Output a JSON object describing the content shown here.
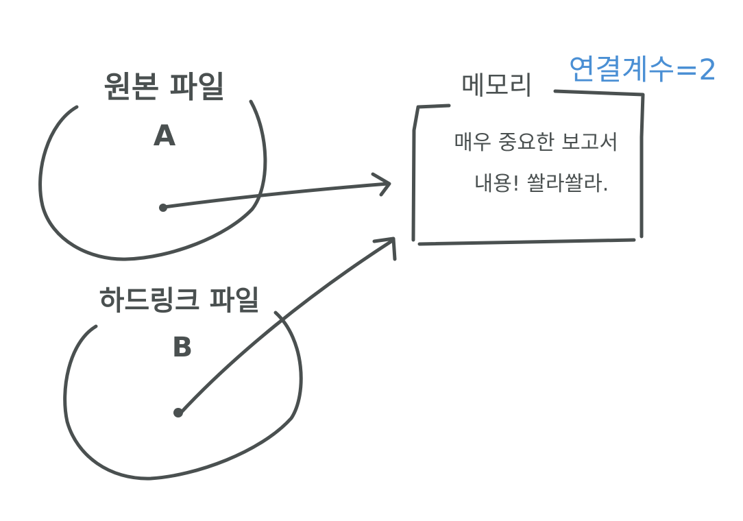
{
  "original_file": {
    "title": "원본 파일",
    "letter": "A"
  },
  "hardlink_file": {
    "title": "하드링크 파일",
    "letter": "B"
  },
  "memory": {
    "title": "메모리",
    "content_line1": "매우 중요한 보고서",
    "content_line2": "내용! 쏼라쏼라."
  },
  "link_count_label": "연결계수=2",
  "colors": {
    "ink": "#4a5050",
    "accent": "#4a8fd4",
    "background": "#ffffff"
  }
}
